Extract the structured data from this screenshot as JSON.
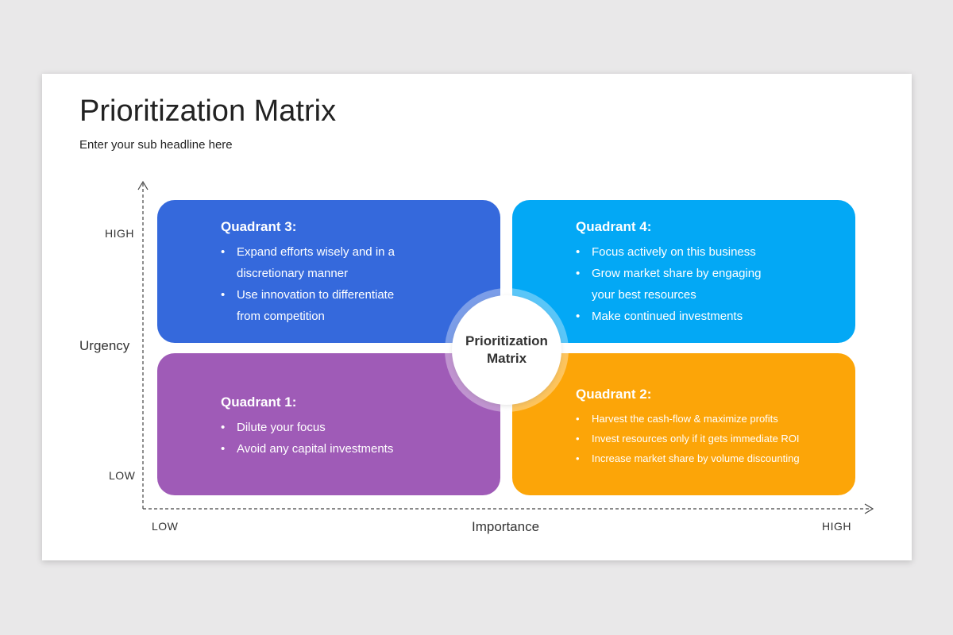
{
  "header": {
    "title": "Prioritization Matrix",
    "subtitle": "Enter your sub headline here"
  },
  "axes": {
    "y_name": "Urgency",
    "y_high": "HIGH",
    "y_low": "LOW",
    "x_name": "Importance",
    "x_low": "LOW",
    "x_high": "HIGH"
  },
  "quadrants": {
    "q3": {
      "title": "Quadrant 3:",
      "items": [
        "Expand efforts wisely and in a discretionary manner",
        "Use innovation to differentiate from competition"
      ]
    },
    "q4": {
      "title": "Quadrant 4:",
      "items": [
        "Focus actively on this business",
        "Grow market share by engaging your best resources",
        "Make continued investments"
      ]
    },
    "q1": {
      "title": "Quadrant 1:",
      "items": [
        "Dilute your focus",
        "Avoid any capital investments"
      ]
    },
    "q2": {
      "title": "Quadrant 2:",
      "items": [
        "Harvest the cash-flow & maximize profits",
        "Invest resources  only if it gets immediate ROI",
        "Increase market share by volume discounting"
      ]
    }
  },
  "center": {
    "label": "Prioritization Matrix"
  },
  "colors": {
    "q3": "#3569dc",
    "q4": "#03a8f5",
    "q1": "#9f5bb7",
    "q2": "#fca508"
  }
}
